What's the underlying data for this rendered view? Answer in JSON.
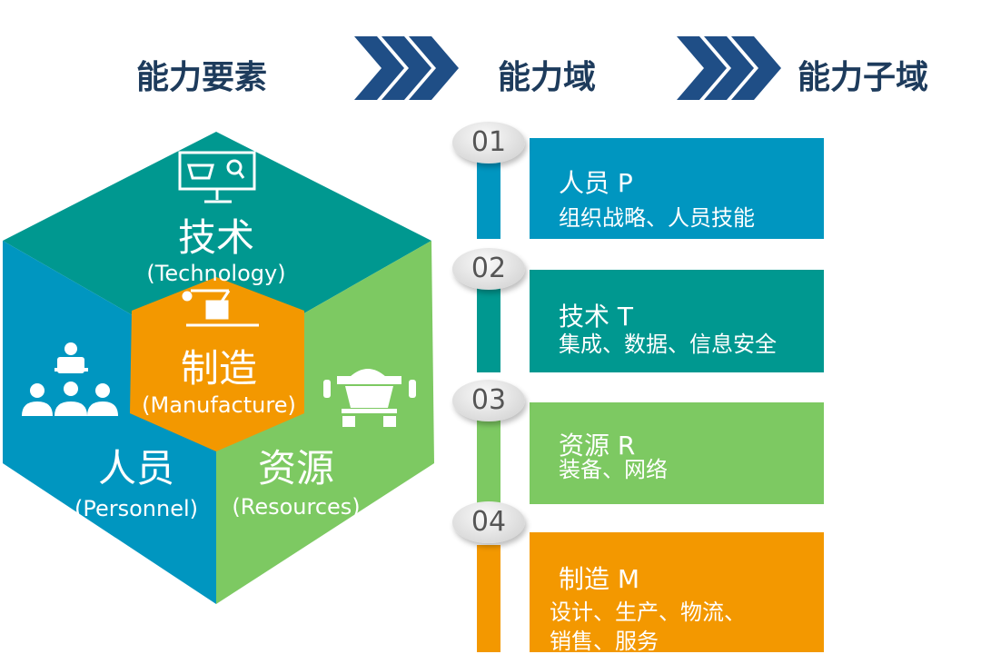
{
  "header": {
    "step1": "能力要素",
    "step2": "能力域",
    "step3": "能力子域"
  },
  "cube": {
    "technology": {
      "zh": "技术",
      "en": "(Technology)",
      "icon": "computer-search-icon",
      "color": "#009890"
    },
    "manufacture": {
      "zh": "制造",
      "en": "(Manufacture)",
      "icon": "robot-arm-icon",
      "color": "#f39800"
    },
    "personnel": {
      "zh": "人员",
      "en": "(Personnel)",
      "icon": "presenter-audience-icon",
      "color": "#0096c0"
    },
    "resources": {
      "zh": "资源",
      "en": "(Resources)",
      "icon": "robot-icon",
      "color": "#7dc962"
    }
  },
  "domains": [
    {
      "num": "01",
      "title": "人员 P",
      "desc": [
        "组织战略、人员技能"
      ],
      "color": "#0096c0"
    },
    {
      "num": "02",
      "title": "技术 T",
      "desc": [
        "集成、数据、信息安全"
      ],
      "color": "#009890"
    },
    {
      "num": "03",
      "title": "资源 R",
      "desc": [
        "装备、网络"
      ],
      "color": "#7dc962"
    },
    {
      "num": "04",
      "title": "制造 M",
      "desc": [
        "设计、生产、物流、",
        "销售、服务"
      ],
      "color": "#f39800"
    }
  ],
  "arrow_color": "#1f4e86"
}
